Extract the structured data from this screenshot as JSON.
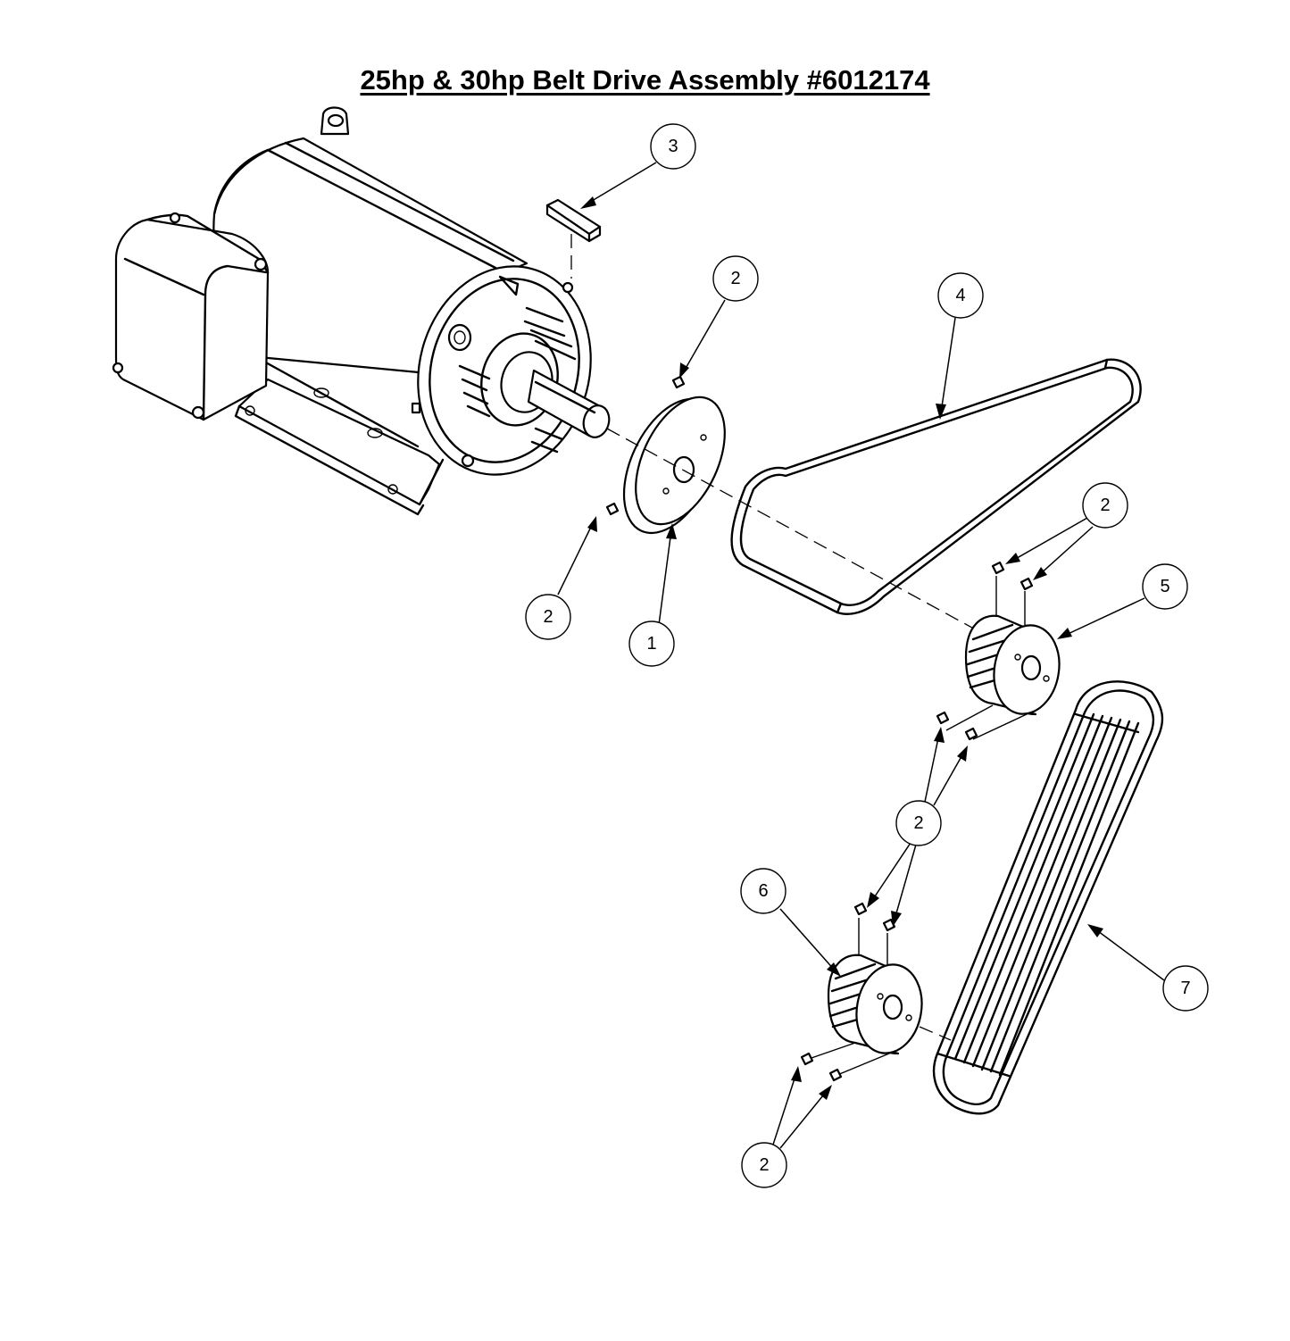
{
  "title": "25hp & 30hp Belt Drive Assembly #6012174",
  "callouts": [
    {
      "id": "c1",
      "label": "1"
    },
    {
      "id": "c2a",
      "label": "2"
    },
    {
      "id": "c2b",
      "label": "2"
    },
    {
      "id": "c2c",
      "label": "2"
    },
    {
      "id": "c2d",
      "label": "2"
    },
    {
      "id": "c2e",
      "label": "2"
    },
    {
      "id": "c3",
      "label": "3"
    },
    {
      "id": "c4",
      "label": "4"
    },
    {
      "id": "c5",
      "label": "5"
    },
    {
      "id": "c6",
      "label": "6"
    },
    {
      "id": "c7",
      "label": "7"
    }
  ],
  "parts": [
    {
      "icon": "motor-icon"
    },
    {
      "icon": "key-icon"
    },
    {
      "icon": "motor-sheave-icon"
    },
    {
      "icon": "set-screw-icon"
    },
    {
      "icon": "single-v-belt-icon"
    },
    {
      "icon": "multi-groove-sheave-icon"
    },
    {
      "icon": "multi-v-belt-icon"
    }
  ]
}
